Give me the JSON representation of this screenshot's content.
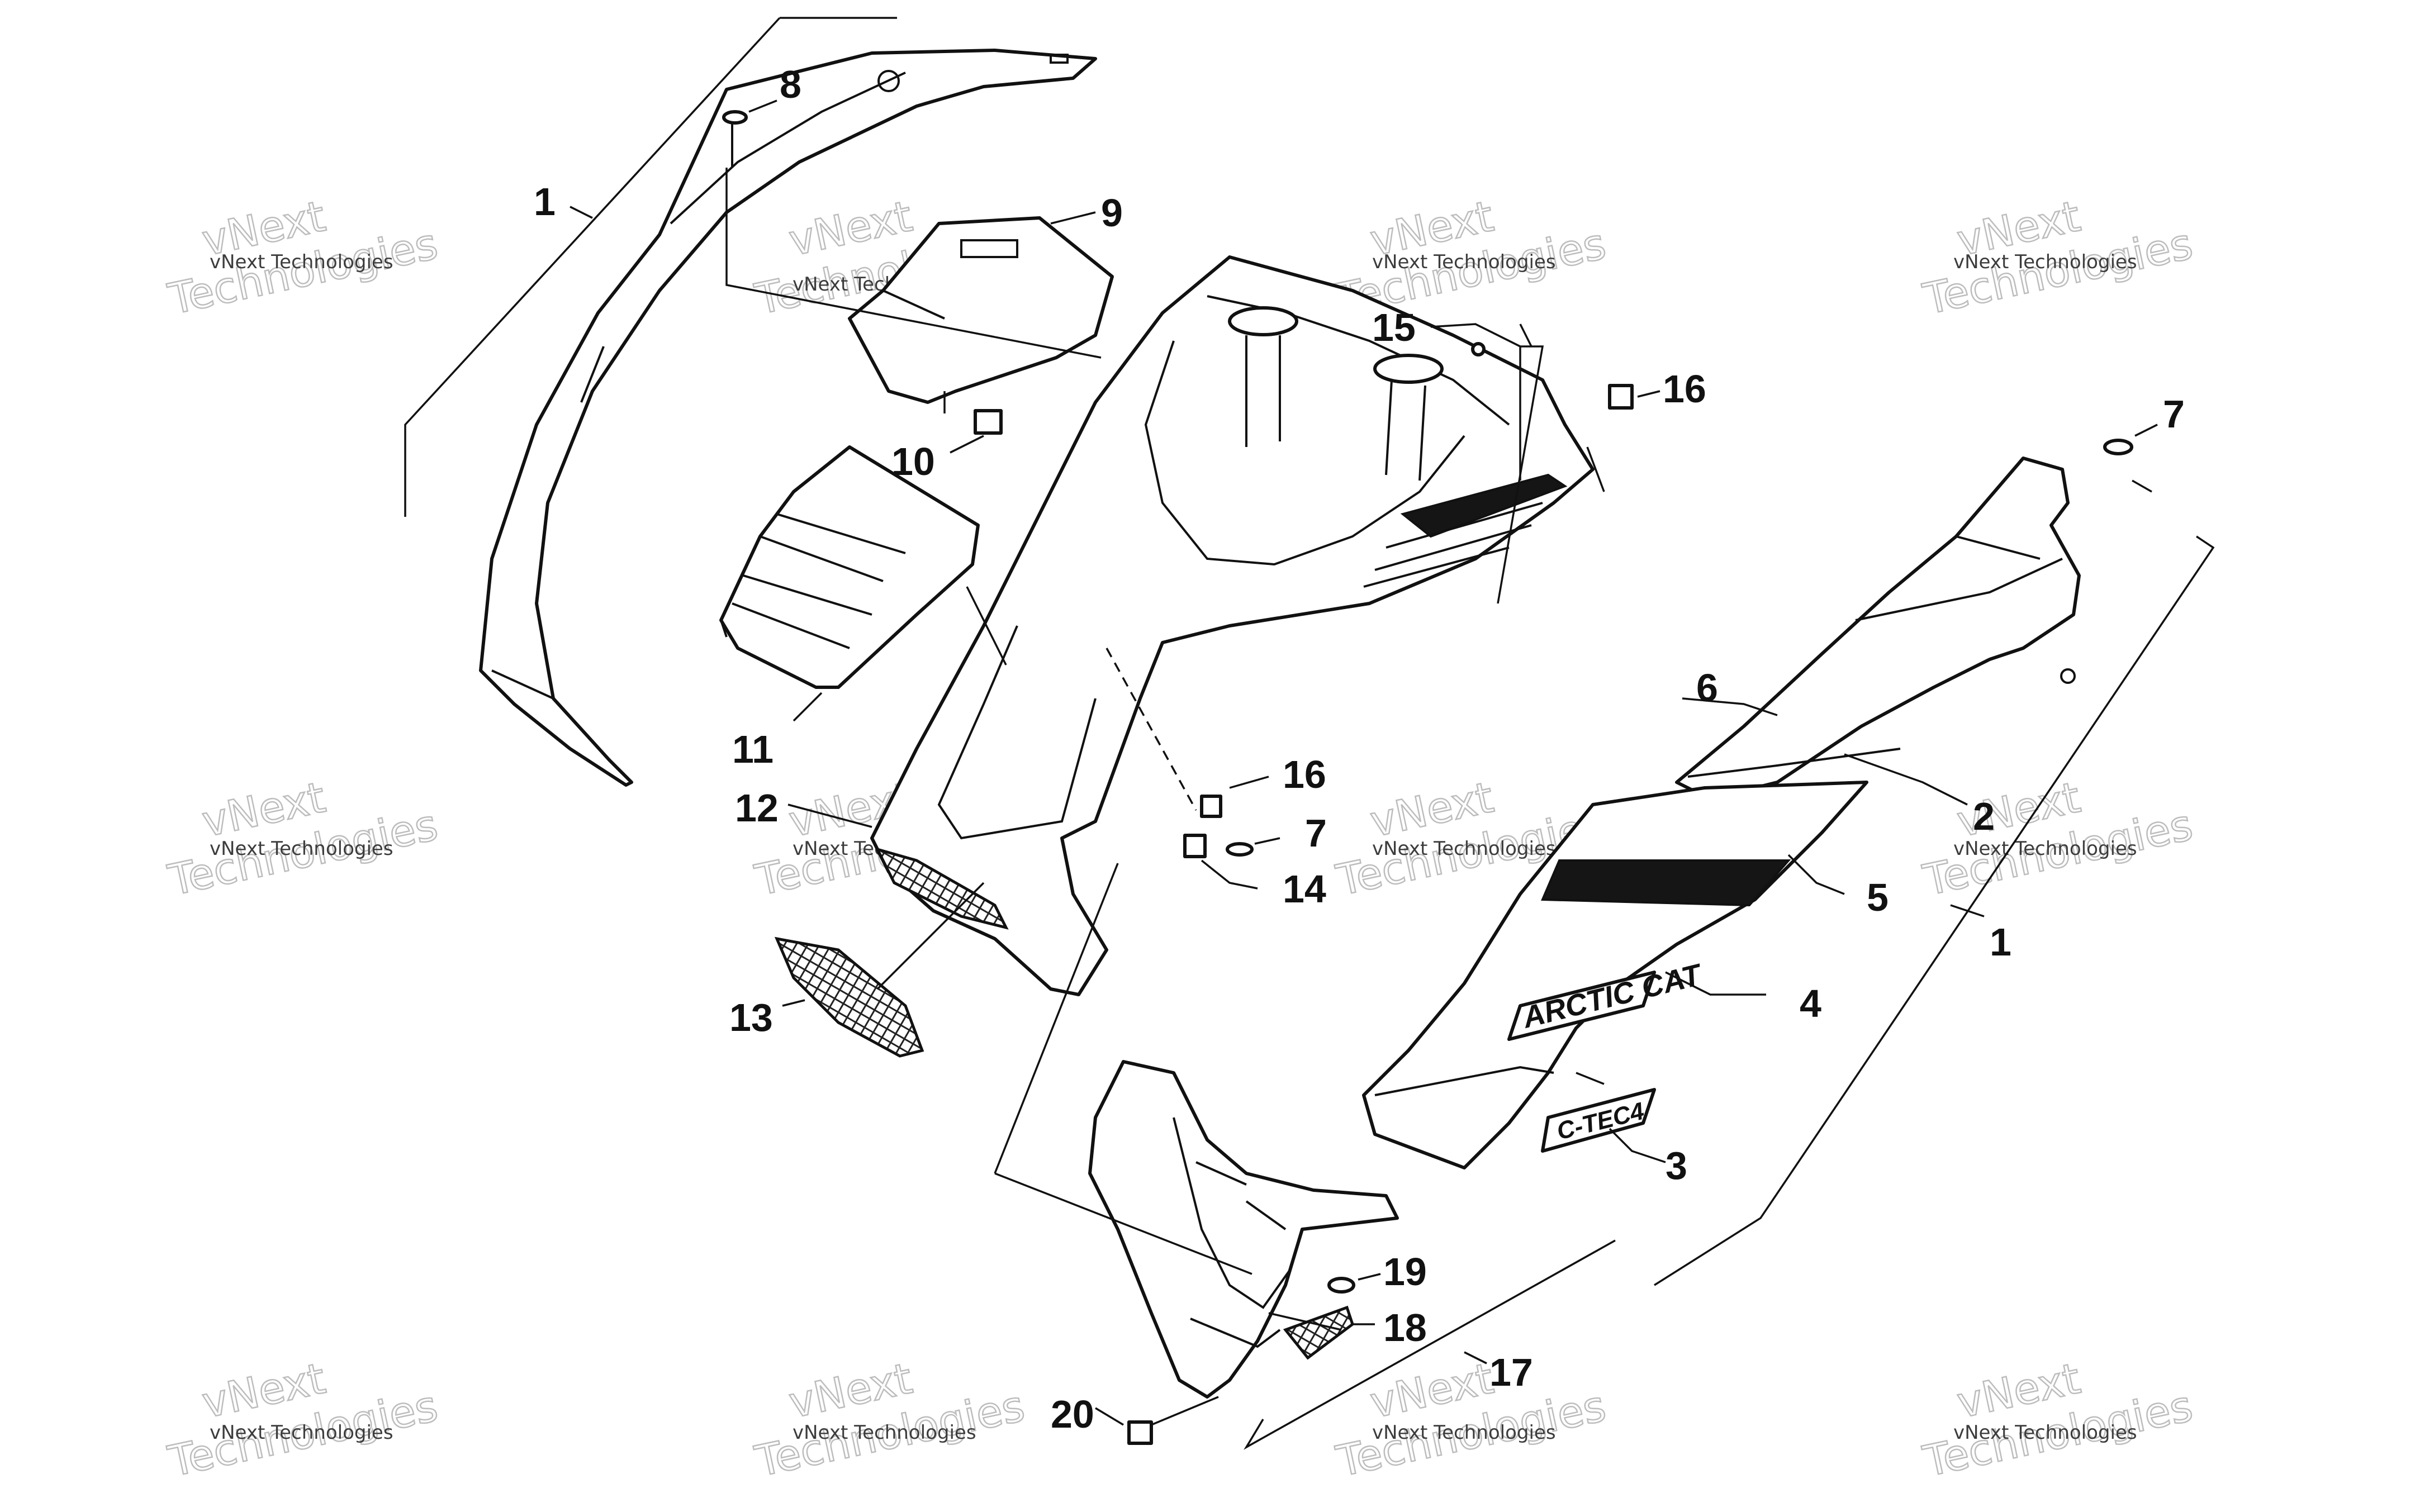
{
  "diagram": {
    "callouts": [
      {
        "id": "c1-left",
        "label": "1"
      },
      {
        "id": "c8",
        "label": "8"
      },
      {
        "id": "c9",
        "label": "9"
      },
      {
        "id": "c10",
        "label": "10"
      },
      {
        "id": "c11",
        "label": "11"
      },
      {
        "id": "c12",
        "label": "12"
      },
      {
        "id": "c13",
        "label": "13"
      },
      {
        "id": "c15",
        "label": "15"
      },
      {
        "id": "c16-top",
        "label": "16"
      },
      {
        "id": "c16-mid",
        "label": "16"
      },
      {
        "id": "c7-mid",
        "label": "7"
      },
      {
        "id": "c14",
        "label": "14"
      },
      {
        "id": "c7-right",
        "label": "7"
      },
      {
        "id": "c6",
        "label": "6"
      },
      {
        "id": "c2",
        "label": "2"
      },
      {
        "id": "c5",
        "label": "5"
      },
      {
        "id": "c1-right",
        "label": "1"
      },
      {
        "id": "c4",
        "label": "4"
      },
      {
        "id": "c3",
        "label": "3"
      },
      {
        "id": "c19",
        "label": "19"
      },
      {
        "id": "c18",
        "label": "18"
      },
      {
        "id": "c17",
        "label": "17"
      },
      {
        "id": "c20",
        "label": "20"
      }
    ],
    "decals": {
      "brand": "ARCTIC CAT",
      "model": "C-TEC4"
    },
    "watermark": {
      "line1": "vNext",
      "line2": "Technologies",
      "small": "vNext Technologies"
    }
  }
}
